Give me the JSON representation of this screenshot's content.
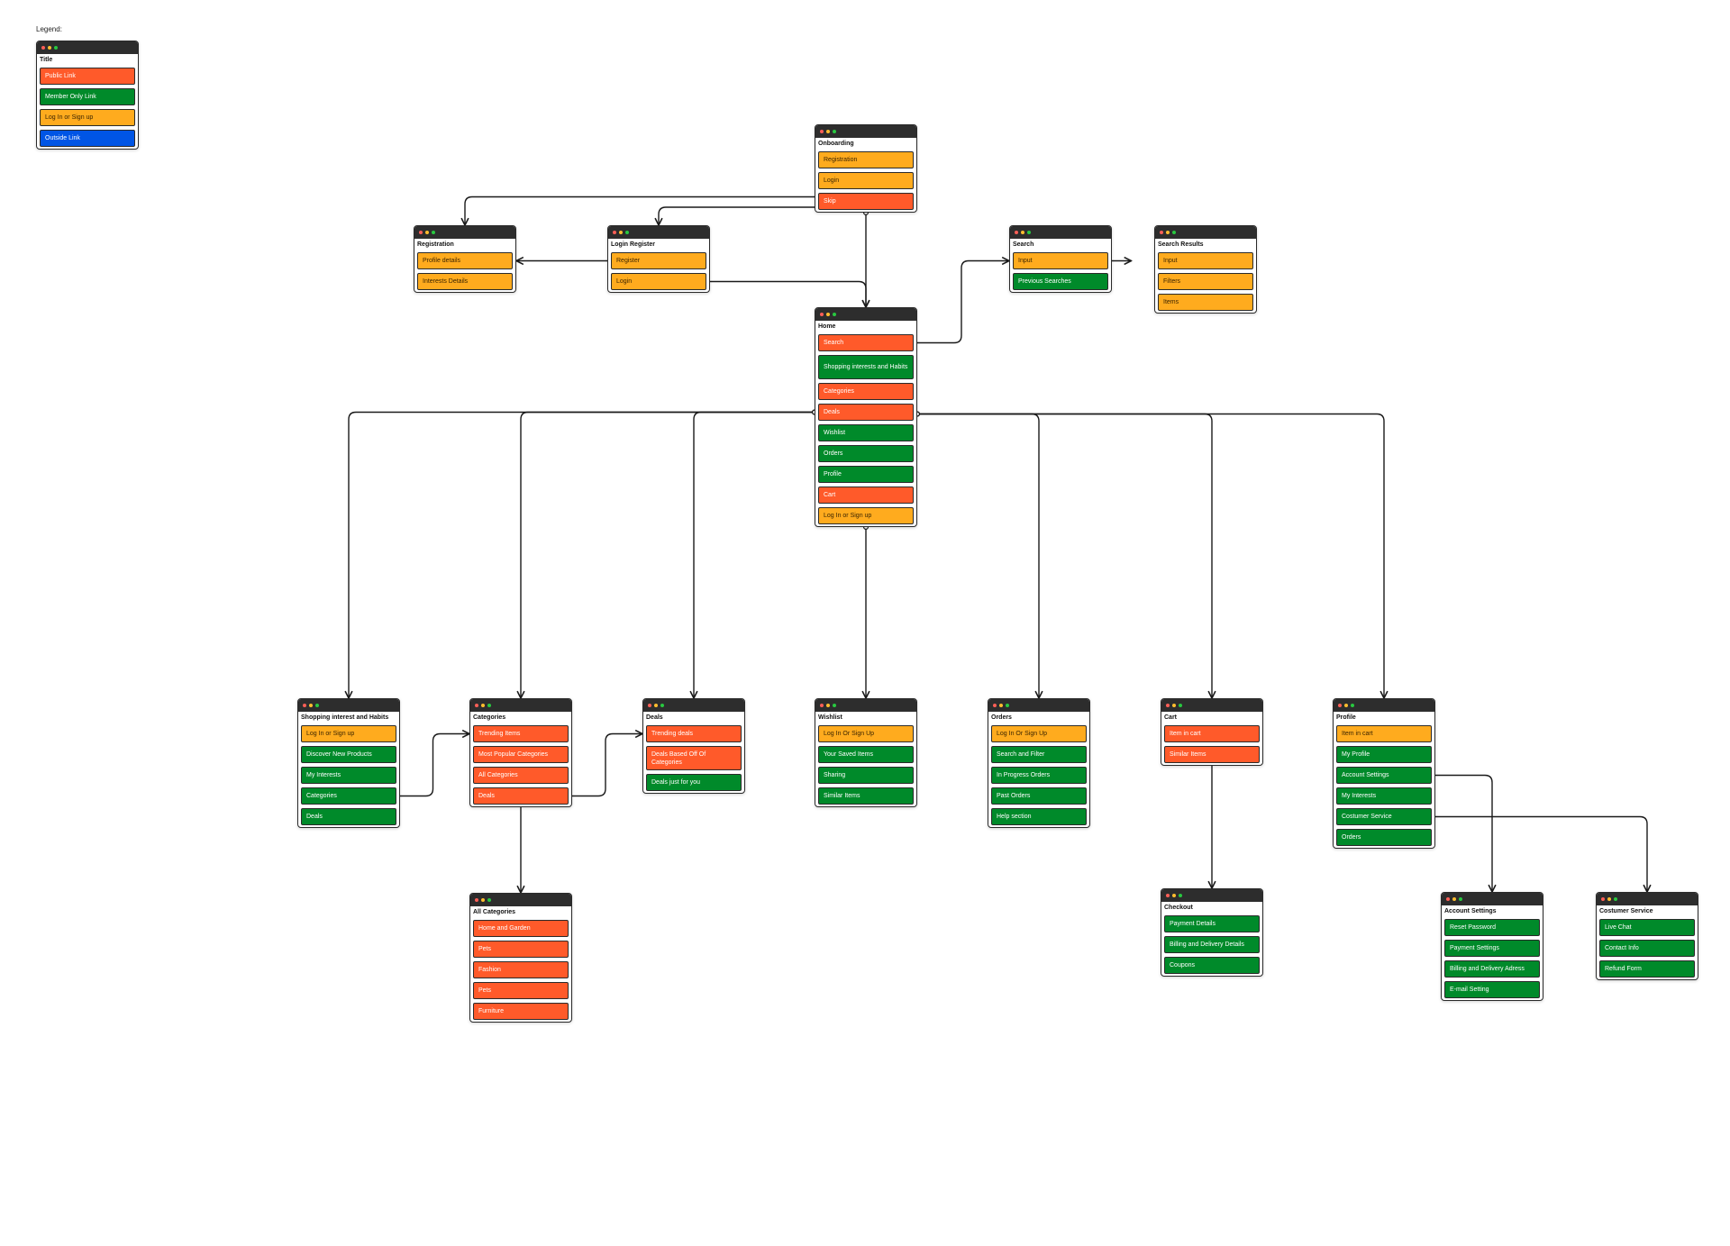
{
  "legend_label": "Legend:",
  "colors": {
    "public": "#ff5a2a",
    "member": "#008a2a",
    "login": "#ffab1e",
    "outside": "#0055e5",
    "window_bar": "#2d2d2d",
    "connector": "#1a1a1a"
  },
  "windows": [
    {
      "id": "legend",
      "title": "Title",
      "items": [
        {
          "label": "Public Link",
          "type": "public"
        },
        {
          "label": "Member Only Link",
          "type": "member"
        },
        {
          "label": "Log In or Sign up",
          "type": "login"
        },
        {
          "label": "Outside Link",
          "type": "outside"
        }
      ]
    },
    {
      "id": "onboarding",
      "title": "Onboarding",
      "items": [
        {
          "label": "Registration",
          "type": "login"
        },
        {
          "label": "Login",
          "type": "login"
        },
        {
          "label": "Skip",
          "type": "public"
        }
      ]
    },
    {
      "id": "registration",
      "title": "Registration",
      "items": [
        {
          "label": "Profile details",
          "type": "login"
        },
        {
          "label": "Interests Details",
          "type": "login"
        }
      ]
    },
    {
      "id": "login-register",
      "title": "Login Register",
      "items": [
        {
          "label": "Register",
          "type": "login"
        },
        {
          "label": "Login",
          "type": "login"
        }
      ]
    },
    {
      "id": "search",
      "title": "Search",
      "items": [
        {
          "label": "Input",
          "type": "login"
        },
        {
          "label": "Previous Searches",
          "type": "member"
        }
      ]
    },
    {
      "id": "search-results",
      "title": "Search Results",
      "items": [
        {
          "label": "Input",
          "type": "login"
        },
        {
          "label": "Filters",
          "type": "login"
        },
        {
          "label": "Items",
          "type": "login"
        }
      ]
    },
    {
      "id": "home",
      "title": "Home",
      "items": [
        {
          "label": "Search",
          "type": "public"
        },
        {
          "label": "Shopping interests and Habits",
          "type": "member",
          "tall": true
        },
        {
          "label": "Categories",
          "type": "public"
        },
        {
          "label": "Deals",
          "type": "public"
        },
        {
          "label": "Wishlist",
          "type": "member"
        },
        {
          "label": "Orders",
          "type": "member"
        },
        {
          "label": "Profile",
          "type": "member"
        },
        {
          "label": "Cart",
          "type": "public"
        },
        {
          "label": "Log In or Sign up",
          "type": "login"
        }
      ]
    },
    {
      "id": "shopping",
      "title": "Shopping interest and Habits",
      "items": [
        {
          "label": "Log In or Sign up",
          "type": "login"
        },
        {
          "label": "Discover New Products",
          "type": "member"
        },
        {
          "label": "My Interests",
          "type": "member"
        },
        {
          "label": "Categories",
          "type": "member"
        },
        {
          "label": "Deals",
          "type": "member"
        }
      ]
    },
    {
      "id": "categories",
      "title": "Categories",
      "items": [
        {
          "label": "Trending Items",
          "type": "public"
        },
        {
          "label": "Most Popular Categories",
          "type": "public"
        },
        {
          "label": "All Categories",
          "type": "public"
        },
        {
          "label": "Deals",
          "type": "public"
        }
      ]
    },
    {
      "id": "deals",
      "title": "Deals",
      "items": [
        {
          "label": "Trending deals",
          "type": "public"
        },
        {
          "label": "Deals Based Off Of Categories",
          "type": "public",
          "tall": true
        },
        {
          "label": "Deals just for you",
          "type": "member"
        }
      ]
    },
    {
      "id": "wishlist",
      "title": "Wishlist",
      "items": [
        {
          "label": "Log In Or Sign Up",
          "type": "login"
        },
        {
          "label": "Your Saved Items",
          "type": "member"
        },
        {
          "label": "Sharing",
          "type": "member"
        },
        {
          "label": "Similar Items",
          "type": "member"
        }
      ]
    },
    {
      "id": "orders",
      "title": "Orders",
      "items": [
        {
          "label": "Log In Or Sign Up",
          "type": "login"
        },
        {
          "label": "Search and Filter",
          "type": "member"
        },
        {
          "label": "In Progress Orders",
          "type": "member"
        },
        {
          "label": "Past Orders",
          "type": "member"
        },
        {
          "label": "Help section",
          "type": "member"
        }
      ]
    },
    {
      "id": "cart",
      "title": "Cart",
      "items": [
        {
          "label": "Item in cart",
          "type": "public"
        },
        {
          "label": "Similar Items",
          "type": "public"
        }
      ]
    },
    {
      "id": "profile",
      "title": "Profile",
      "items": [
        {
          "label": "Item in cart",
          "type": "login"
        },
        {
          "label": "My Profile",
          "type": "member"
        },
        {
          "label": "Account Settings",
          "type": "member"
        },
        {
          "label": "My Interests",
          "type": "member"
        },
        {
          "label": "Costumer Service",
          "type": "member"
        },
        {
          "label": "Orders",
          "type": "member"
        }
      ]
    },
    {
      "id": "all-categories",
      "title": "All Categories",
      "items": [
        {
          "label": "Home and Garden",
          "type": "public"
        },
        {
          "label": "Pets",
          "type": "public"
        },
        {
          "label": "Fashion",
          "type": "public"
        },
        {
          "label": "Pets",
          "type": "public"
        },
        {
          "label": "Furniture",
          "type": "public"
        }
      ]
    },
    {
      "id": "checkout",
      "title": "Checkout",
      "items": [
        {
          "label": "Payment Details",
          "type": "member"
        },
        {
          "label": "Billing and Delivery Details",
          "type": "member"
        },
        {
          "label": "Coupons",
          "type": "member"
        }
      ]
    },
    {
      "id": "account-settings",
      "title": "Account Settings",
      "items": [
        {
          "label": "Reset Password",
          "type": "member"
        },
        {
          "label": "Payment Settings",
          "type": "member"
        },
        {
          "label": "Billing and Delivery Adress",
          "type": "member"
        },
        {
          "label": "E-mail Setting",
          "type": "member"
        }
      ]
    },
    {
      "id": "costumer-service",
      "title": "Costumer Service",
      "items": [
        {
          "label": "Live Chat",
          "type": "member"
        },
        {
          "label": "Contact Info",
          "type": "member"
        },
        {
          "label": "Refund Form",
          "type": "member"
        }
      ]
    }
  ],
  "connections": [
    {
      "from": "onboarding",
      "item": 0,
      "to": "registration"
    },
    {
      "from": "onboarding",
      "item": 1,
      "to": "login-register"
    },
    {
      "from": "onboarding",
      "item": 2,
      "to": "home"
    },
    {
      "from": "login-register",
      "item": 0,
      "to": "registration"
    },
    {
      "from": "login-register",
      "item": 1,
      "to": "home"
    },
    {
      "from": "home",
      "item": 0,
      "to": "search"
    },
    {
      "from": "search",
      "item": 0,
      "to": "search-results"
    },
    {
      "from": "home",
      "item": 3,
      "to": "shopping"
    },
    {
      "from": "home",
      "item": 3,
      "to": "categories"
    },
    {
      "from": "home",
      "item": 3,
      "to": "deals"
    },
    {
      "from": "home",
      "item": 8,
      "to": "wishlist"
    },
    {
      "from": "home",
      "item": 3,
      "to": "orders"
    },
    {
      "from": "home",
      "item": 3,
      "to": "cart"
    },
    {
      "from": "home",
      "item": 3,
      "to": "profile"
    },
    {
      "from": "shopping",
      "item": 3,
      "to": "categories"
    },
    {
      "from": "categories",
      "item": 3,
      "to": "deals"
    },
    {
      "from": "categories",
      "item": 2,
      "to": "all-categories"
    },
    {
      "from": "cart",
      "item": 1,
      "to": "checkout"
    },
    {
      "from": "profile",
      "item": 2,
      "to": "account-settings"
    },
    {
      "from": "profile",
      "item": 4,
      "to": "costumer-service"
    }
  ]
}
